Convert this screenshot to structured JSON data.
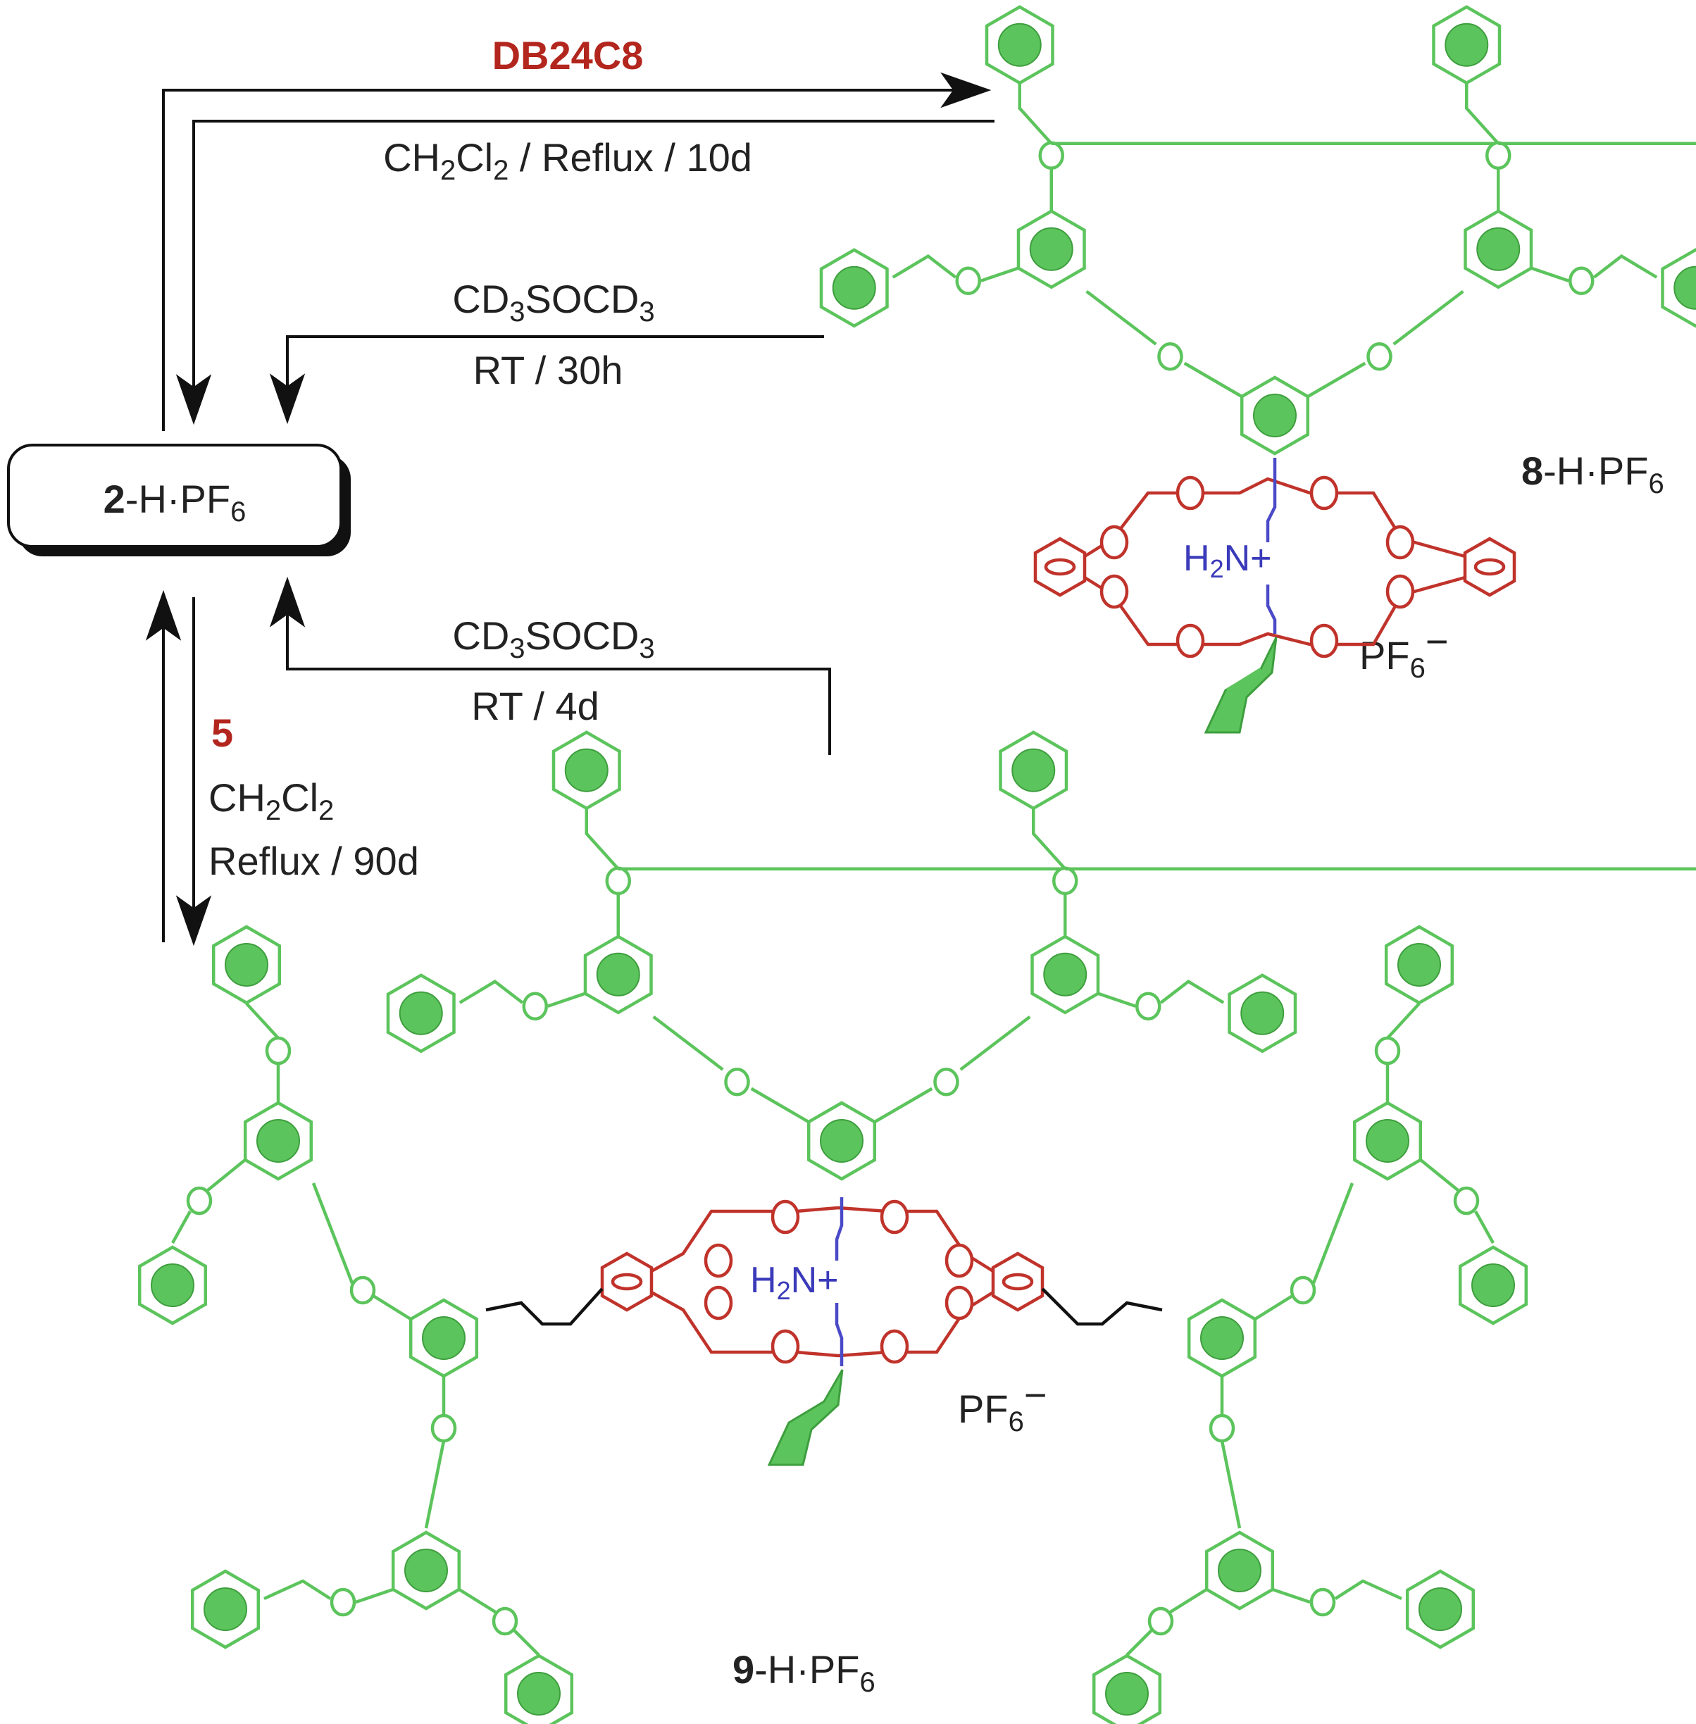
{
  "reagents": {
    "top_reagent": "DB24C8",
    "top_cond_main": "CH",
    "top_cond_s1": "2",
    "top_cond_mid": "Cl",
    "top_cond_s2": "2",
    "top_cond_rest": " / Reflux / 10d",
    "mid1_solvent_a": "CD",
    "mid1_solvent_s": "3",
    "mid1_solvent_b": "SOCD",
    "mid1_solvent_s2": "3",
    "mid1_time": "RT / 30h",
    "mid2_solvent_a": "CD",
    "mid2_solvent_s": "3",
    "mid2_solvent_b": "SOCD",
    "mid2_solvent_s2": "3",
    "mid2_time": "RT / 4d",
    "left_reagent": "5",
    "left_solvent_a": "CH",
    "left_solvent_s1": "2",
    "left_solvent_b": "Cl",
    "left_solvent_s2": "2",
    "left_time": "Reflux / 90d"
  },
  "compounds": {
    "start_num": "2",
    "start_rest": "-H·PF",
    "start_sub": "6",
    "rot8_num": "8",
    "rot8_rest": "-H·PF",
    "rot8_sub": "6",
    "rot9_num": "9",
    "rot9_rest": "-H·PF",
    "rot9_sub": "6",
    "counterion": "PF",
    "counterion_sub": "6",
    "counterion_sup": "−",
    "ammonium_h": "H",
    "ammonium_sub": "2",
    "ammonium_n": "N",
    "ammonium_plus": "+"
  },
  "colors": {
    "dendron": "#5cc45c",
    "crown": "#c0332b",
    "axle": "#4a4ac8",
    "reagent_red": "#b3261e"
  }
}
